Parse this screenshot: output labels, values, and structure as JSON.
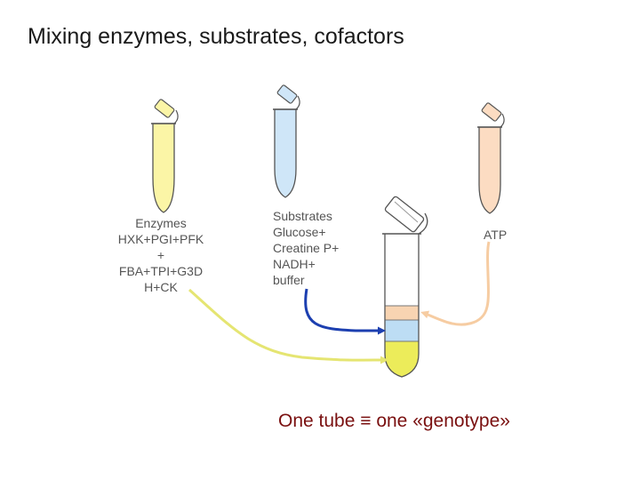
{
  "title": "Mixing enzymes, substrates, cofactors",
  "tubes": {
    "enzymes": {
      "label_lines": [
        "Enzymes",
        "HXK+PGI+PFK",
        "+",
        "FBA+TPI+G3D",
        "H+CK"
      ],
      "fill_color": "#fbf5a6"
    },
    "substrates": {
      "label_lines": [
        "Substrates",
        "Glucose+",
        "Creatine P+",
        "NADH+",
        "buffer"
      ],
      "fill_color": "#cfe6f8"
    },
    "atp": {
      "label_lines": [
        "ATP"
      ],
      "fill_color": "#fcdcc2"
    },
    "mix": {
      "layers": [
        {
          "name": "ATP",
          "color": "#f8d4b2"
        },
        {
          "name": "Substrates",
          "color": "#bdddf4"
        },
        {
          "name": "Enzymes",
          "color": "#ecec5a"
        }
      ]
    }
  },
  "arrows": {
    "enzymes_color": "#e5e572",
    "substrates_color": "#1c3fb0",
    "atp_color": "#f6cca2"
  },
  "caption": "One tube ≡ one «genotype»"
}
